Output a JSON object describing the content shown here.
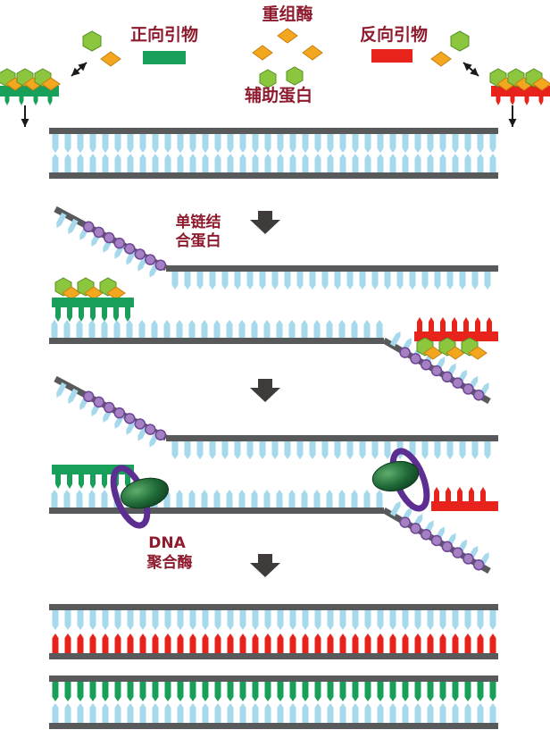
{
  "legend": {
    "recombinase_label": "重组酶",
    "forward_primer_label": "正向引物",
    "reverse_primer_label": "反向引物",
    "helper_protein_label": "辅助蛋白"
  },
  "annotations": {
    "ssb_label_line1": "单链结",
    "ssb_label_line2": "合蛋白",
    "polymerase_label_line1": "DNA",
    "polymerase_label_line2": "聚合酶"
  },
  "colors": {
    "background": "#ffffff",
    "strand_gray": "#58595b",
    "teeth_blue": "#a6d9ec",
    "primer_green": "#18a05a",
    "primer_red": "#e8231c",
    "recombinase_orange": "#f2a71e",
    "recombinase_outline": "#c67f12",
    "helper_green": "#8cc63e",
    "helper_outline": "#569023",
    "ssb_purple": "#a581c4",
    "ssb_purple_dark": "#6f4496",
    "ring_purple": "#5c2e91",
    "polymerase_dark_green": "#0e3a1d",
    "label_color": "#8e1b2e",
    "arrow_dark": "#3f3b3a",
    "thin_arrow_black": "#1a1a1a"
  }
}
